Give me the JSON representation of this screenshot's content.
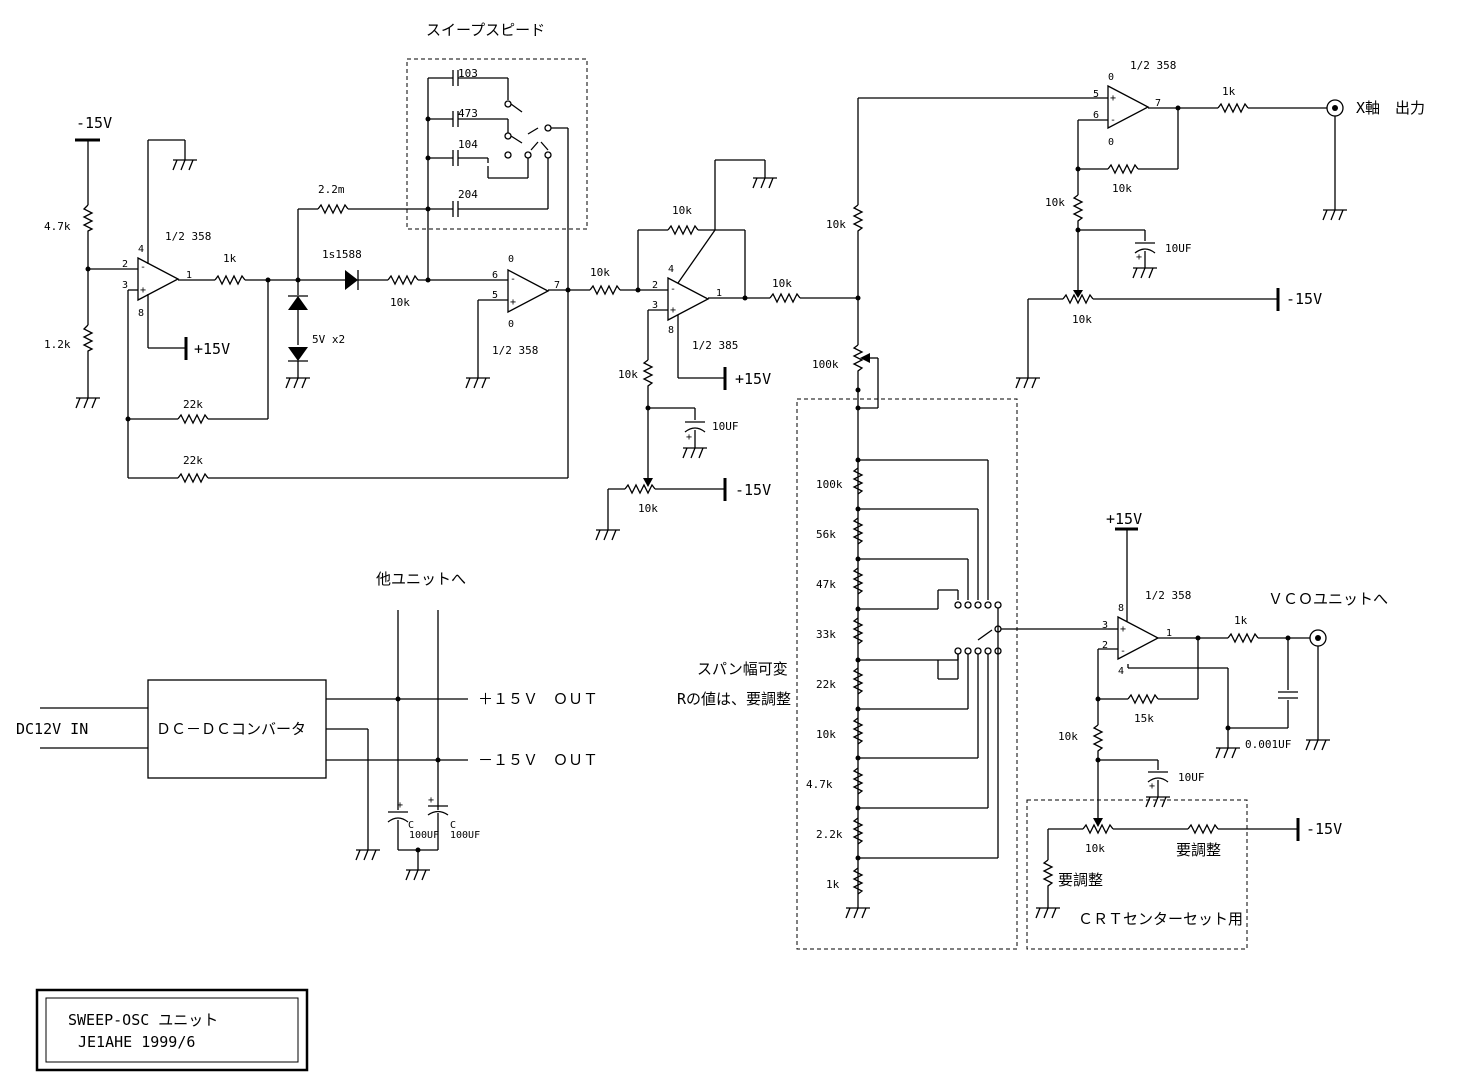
{
  "title_block": {
    "line1": "SWEEP-OSC ユニット",
    "line2": "JE1AHE 1999/6"
  },
  "sweep_speed": {
    "title": "スイープスピード",
    "capacitors": [
      "103",
      "473",
      "104",
      "204"
    ]
  },
  "integrator": {
    "opamp1": "1/2 358",
    "opamp2": "1/2 358",
    "r_div_top": "4.7k",
    "r_div_bot": "1.2k",
    "r_out": "1k",
    "r_timing": "2.2m",
    "diode": "1s1588",
    "zener": "5V x2",
    "r_in": "10k",
    "r_fb1": "22k",
    "r_fb2": "22k",
    "rail_neg": "-15V",
    "rail_pos": "+15V"
  },
  "buffer_stage": {
    "opamp": "1/2 385",
    "r_in": "10k",
    "r_fb": "10k",
    "r_bias": "10k",
    "cap": "10UF",
    "pot": "10k",
    "rail_pos": "+15V",
    "rail_neg": "-15V",
    "r_out": "10k"
  },
  "x_output": {
    "opamp": "1/2 358",
    "r_top": "10k",
    "r_fb": "10k",
    "r_bias": "10k",
    "cap": "10UF",
    "pot": "10k",
    "rail_neg": "-15V",
    "r_out": "1k",
    "label": "X軸　出力"
  },
  "span": {
    "label1": "スパン幅可変",
    "label2": "Rの値は、要調整",
    "pot": "100k",
    "resistors": [
      "100k",
      "56k",
      "47k",
      "33k",
      "22k",
      "10k",
      "4.7k",
      "2.2k",
      "1k"
    ]
  },
  "vco_stage": {
    "opamp": "1/2 358",
    "rail_pos": "+15V",
    "r_out": "1k",
    "r_fb": "15k",
    "r_bias": "10k",
    "cap_out": "0.001UF",
    "cap": "10UF",
    "label": "ＶＣＯユニットへ",
    "pot": "10k",
    "rail_neg": "-15V",
    "adj1": "要調整",
    "adj2": "要調整",
    "crt_label": "ＣＲＴセンターセット用"
  },
  "power": {
    "title": "他ユニットへ",
    "input": "DC12V IN",
    "converter": "ＤＣ－ＤＣコンバータ",
    "out_pos": "＋１５Ｖ　ＯＵＴ",
    "out_neg": "－１５Ｖ　ＯＵＴ",
    "cap1": "100UF",
    "cap2": "100UF",
    "cap_mark": "C"
  }
}
